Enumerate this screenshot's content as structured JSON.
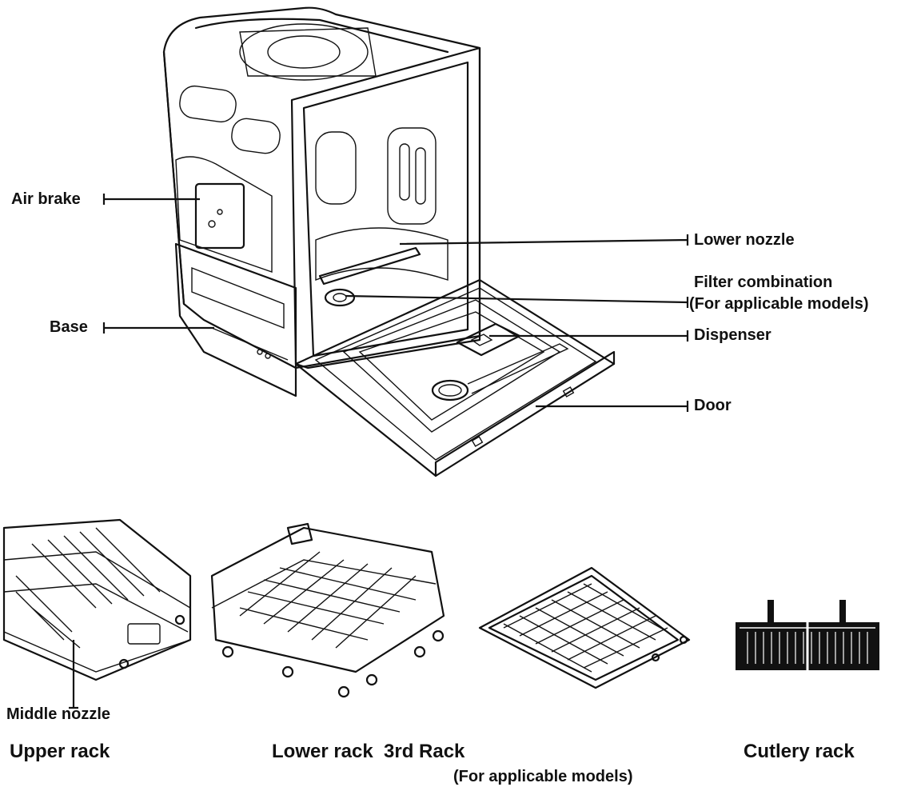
{
  "callouts": {
    "air_brake": "Air brake",
    "base": "Base",
    "lower_nozzle": "Lower nozzle",
    "filter_line1": "Filter combination",
    "filter_line2": "(For applicable models)",
    "dispenser": "Dispenser",
    "door": "Door",
    "middle_nozzle": "Middle nozzle"
  },
  "captions": {
    "upper_rack": "Upper rack",
    "lower_rack": "Lower rack",
    "third_rack": "3rd Rack",
    "third_rack_note": "(For applicable models)",
    "cutlery_rack": "Cutlery rack"
  }
}
